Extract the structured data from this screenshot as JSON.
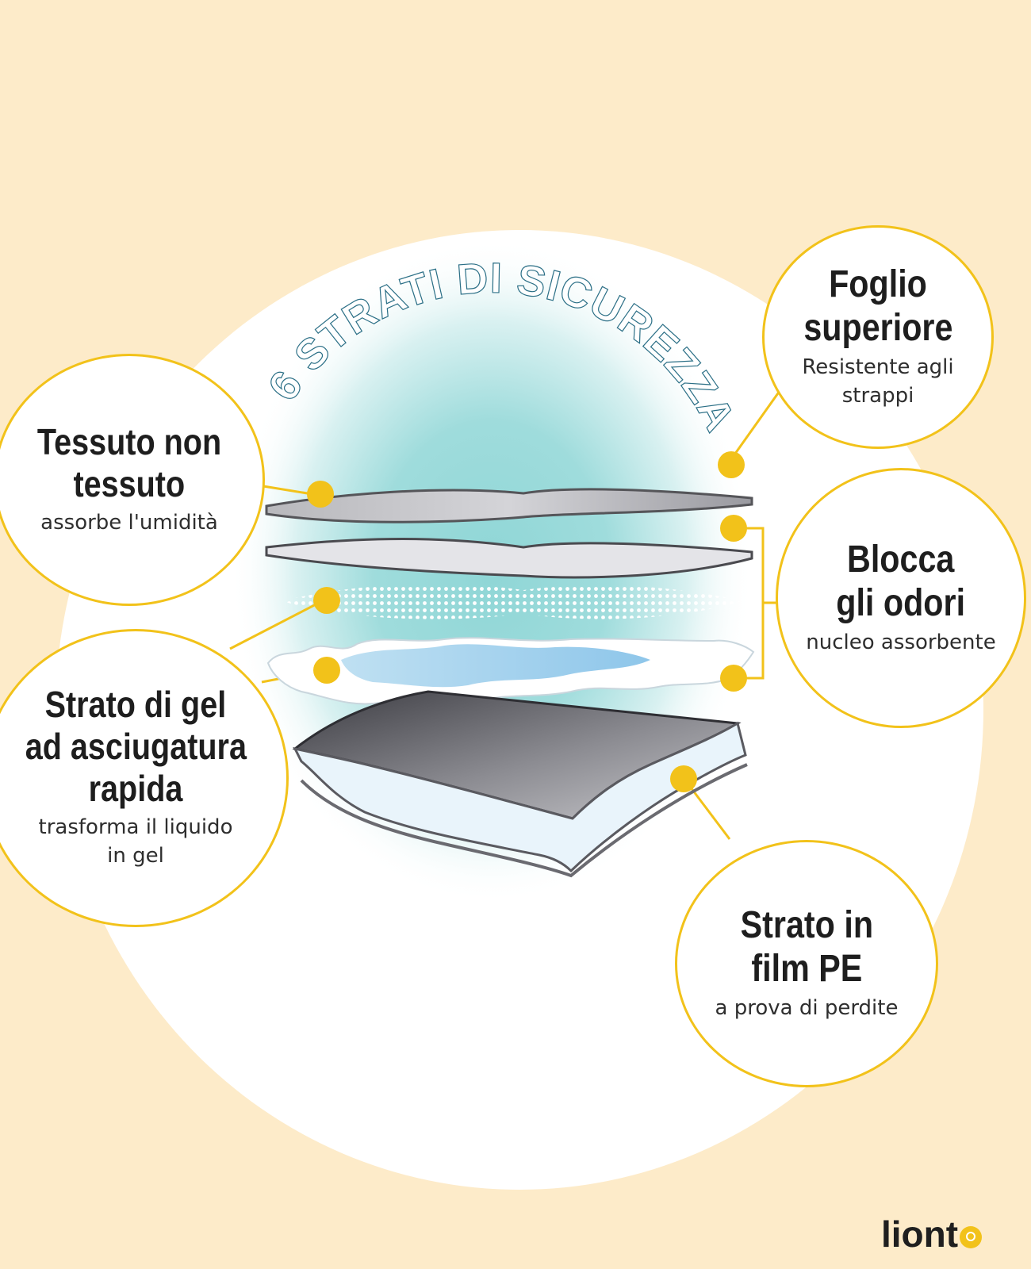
{
  "headline": "6 STRATI DI SICUREZZA",
  "colors": {
    "background": "#fdebc9",
    "accent": "#f2c21a",
    "glow": "#8fd6d6",
    "text": "#1e1e1e"
  },
  "callouts": [
    {
      "id": "foglio",
      "title_lines": [
        "Foglio",
        "superiore"
      ],
      "sub_lines": [
        "Resistente agli",
        "strappi"
      ]
    },
    {
      "id": "tessuto",
      "title_lines": [
        "Tessuto non",
        "tessuto"
      ],
      "sub_lines": [
        "assorbe l'umidità"
      ]
    },
    {
      "id": "blocca",
      "title_lines": [
        "Blocca",
        "gli odori"
      ],
      "sub_lines": [
        "nucleo assorbente"
      ]
    },
    {
      "id": "gel",
      "title_lines": [
        "Strato di gel",
        "ad asciugatura",
        "rapida"
      ],
      "sub_lines": [
        "trasforma il liquido",
        "in gel"
      ]
    },
    {
      "id": "strato",
      "title_lines": [
        "Strato in",
        "film PE"
      ],
      "sub_lines": [
        "a prova di perdite"
      ]
    }
  ],
  "logo": {
    "text": "liont",
    "icon": "paw-o-icon"
  }
}
